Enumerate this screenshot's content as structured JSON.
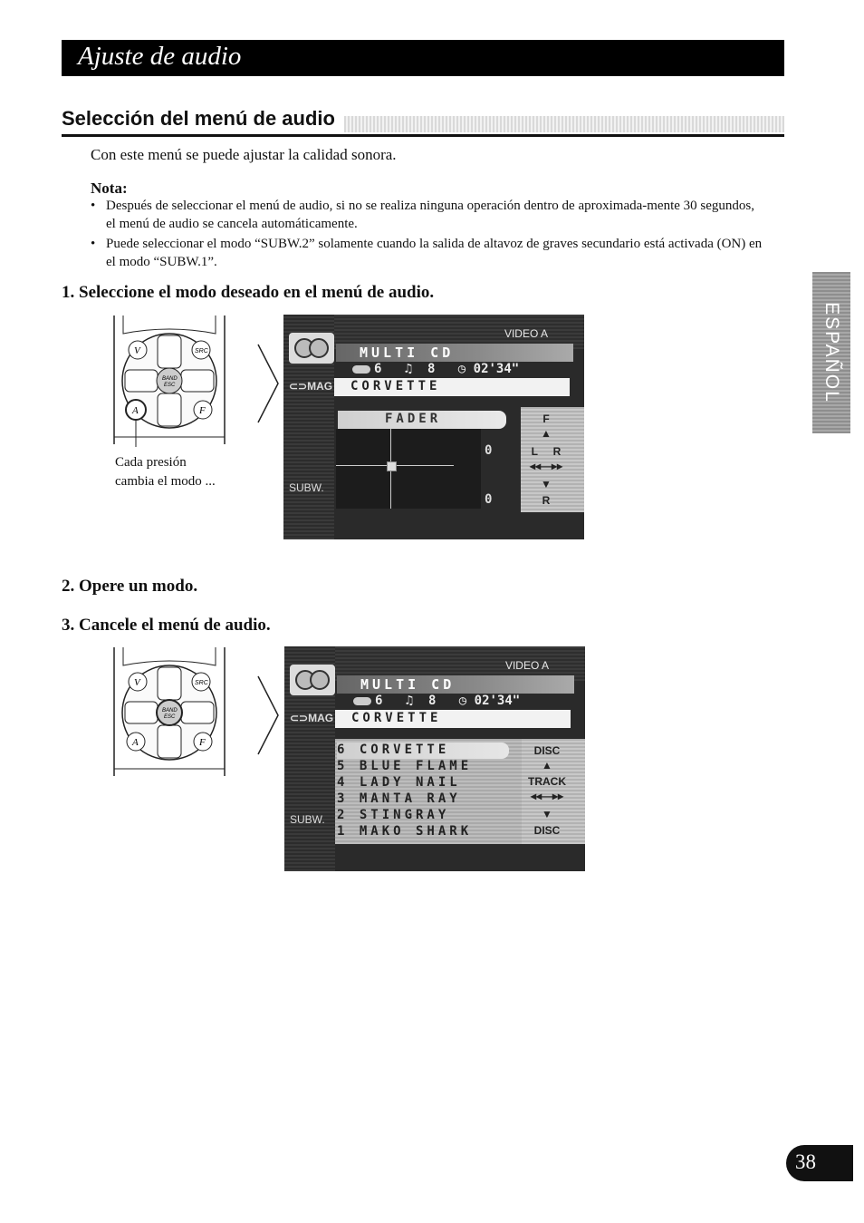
{
  "header": {
    "title": "Ajuste de audio"
  },
  "section": {
    "title": "Selección del menú de audio"
  },
  "intro": "Con este menú se puede ajustar la calidad sonora.",
  "note": {
    "label": "Nota:",
    "bullets": [
      "Después de seleccionar el menú de audio, si no se realiza ninguna operación dentro de aproximada-mente 30 segundos, el menú de audio se cancela automáticamente.",
      "Puede seleccionar el modo “SUBW.2” solamente cuando la salida de altavoz de graves secundario está activada (ON) en el modo “SUBW.1”."
    ]
  },
  "steps": [
    "1.  Seleccione el modo deseado en el menú de audio.",
    "2.  Opere un modo.",
    "3.  Cancele el menú de audio."
  ],
  "remote": {
    "buttons": [
      "V",
      "SRC",
      "BAND ESC",
      "A",
      "F"
    ],
    "caption_line1": "Cada presión",
    "caption_line2": "cambia el modo ..."
  },
  "screen1": {
    "video": "VIDEO A",
    "source": "MULTI CD",
    "disc": "6",
    "track": "8",
    "time": "02'34\"",
    "title": "CORVETTE",
    "mag": "MAG",
    "subw": "SUBW.",
    "mode": "FADER",
    "value_front": "0",
    "value_rear": "0",
    "side_f": "F",
    "side_l": "L",
    "side_r": "R",
    "side_r2": "R"
  },
  "screen2": {
    "video": "VIDEO A",
    "source": "MULTI CD",
    "disc": "6",
    "track": "8",
    "time": "02'34\"",
    "title": "CORVETTE",
    "mag": "MAG",
    "subw": "SUBW.",
    "tracks": [
      "6 CORVETTE",
      "5 BLUE FLAME",
      "4 LADY NAIL",
      "3 MANTA RAY",
      "2 STINGRAY",
      "1 MAKO SHARK"
    ],
    "side_disc_top": "DISC",
    "side_track": "TRACK",
    "side_disc_bottom": "DISC"
  },
  "side_tab": "ESPAÑOL",
  "page_number": "38"
}
